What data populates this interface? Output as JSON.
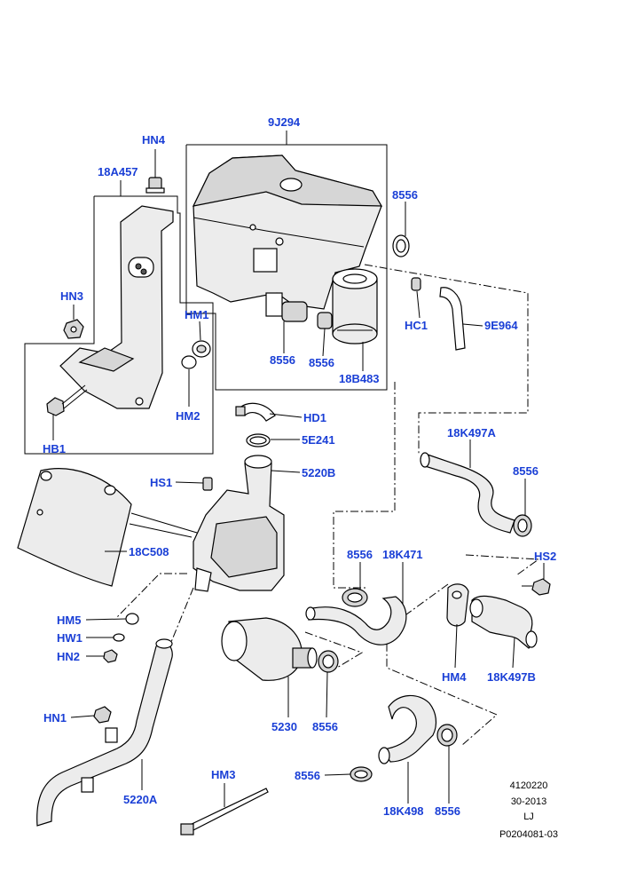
{
  "callouts": {
    "c9J294": "9J294",
    "cHN4": "HN4",
    "c18A457": "18A457",
    "c8556_a": "8556",
    "cHN3": "HN3",
    "cHM1": "HM1",
    "cHC1": "HC1",
    "c9E964": "9E964",
    "c8556_b": "8556",
    "c8556_c": "8556",
    "c18B483": "18B483",
    "cHM2": "HM2",
    "cHB1": "HB1",
    "cHD1": "HD1",
    "c5E241": "5E241",
    "c18K497A": "18K497A",
    "c8556_d": "8556",
    "cHS1": "HS1",
    "c5220B": "5220B",
    "c18C508": "18C508",
    "cHS2": "HS2",
    "c8556_e": "8556",
    "c18K471": "18K471",
    "cHM5": "HM5",
    "cHW1": "HW1",
    "cHN2": "HN2",
    "cHM4": "HM4",
    "c18K497B": "18K497B",
    "c5230": "5230",
    "c8556_f": "8556",
    "cHN1": "HN1",
    "c5220A": "5220A",
    "cHM3": "HM3",
    "c8556_g": "8556",
    "c18K498": "18K498",
    "c8556_h": "8556"
  },
  "reference": {
    "line1": "4120220",
    "line2": "30-2013",
    "line3": "LJ",
    "line4": "P0204081-03"
  }
}
